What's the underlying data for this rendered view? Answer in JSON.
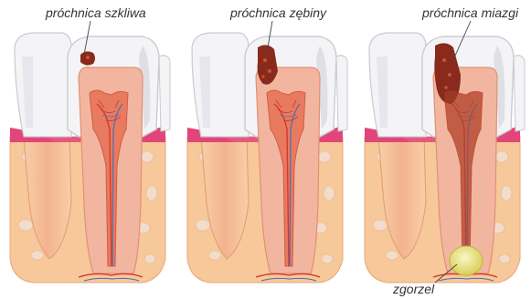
{
  "labels": {
    "enamel_caries": "próchnica szkliwa",
    "dentin_caries": "próchnica zębiny",
    "pulp_caries": "próchnica miazgi",
    "gangrene": "zgorzel"
  },
  "colors": {
    "crown": "#f4f4f6",
    "crown_shade": "#c9cbd2",
    "dentin": "#f2b6a0",
    "pulp": "#e87a5f",
    "gum_pink": "#e2457a",
    "bone": "#f6c89a",
    "bone_hole": "#f1d9c6",
    "nerve_red": "#d23a2e",
    "nerve_blue": "#4a6fb8",
    "caries": "#8a2a1c",
    "abscess": "#ece383"
  }
}
